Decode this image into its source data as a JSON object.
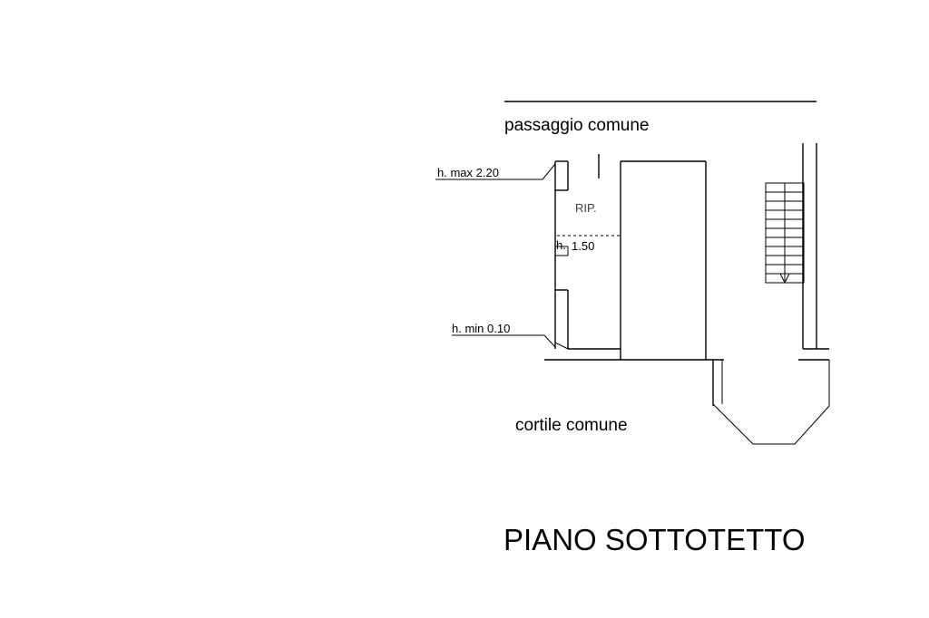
{
  "plan": {
    "passage_label": "passaggio comune",
    "courtyard_label": "cortile comune",
    "room_label": "RIP.",
    "height_max": "h. max 2.20",
    "height_mid_prefix": "h.",
    "height_mid_value": "1.50",
    "height_min": "h. min 0.10",
    "title": "PIANO SOTTOTETTO"
  }
}
